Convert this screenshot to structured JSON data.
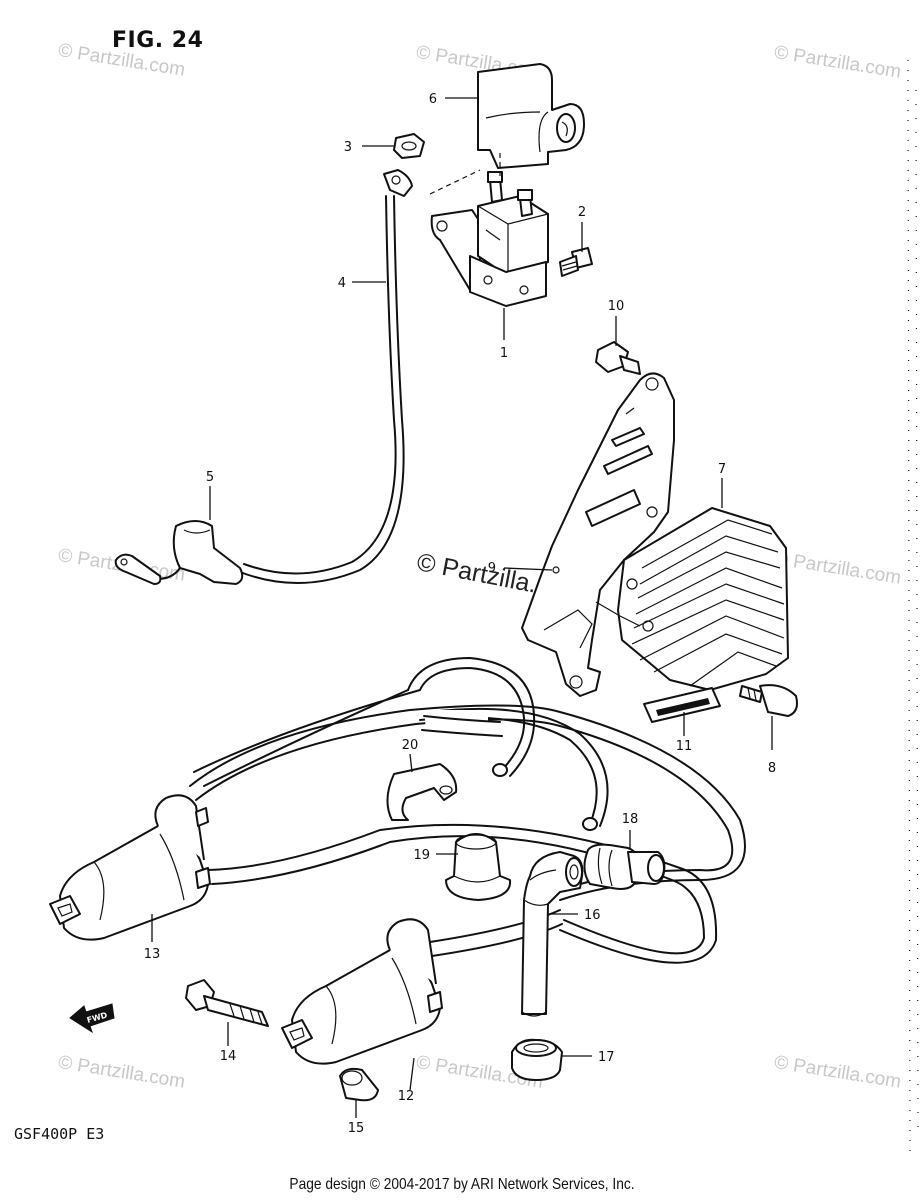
{
  "figure_title": "FIG. 24",
  "model_code": "GSF400P E3",
  "footer_text": "Page design © 2004-2017 by ARI Network Services, Inc.",
  "watermark_text": "© Partzilla.com",
  "center_watermark_text": "© Partzilla.com",
  "fwd_label": "FWD",
  "callouts": [
    "1",
    "2",
    "3",
    "4",
    "5",
    "6",
    "7",
    "8",
    "9",
    "10",
    "11",
    "12",
    "13",
    "14",
    "15",
    "16",
    "17",
    "18",
    "19",
    "20"
  ]
}
